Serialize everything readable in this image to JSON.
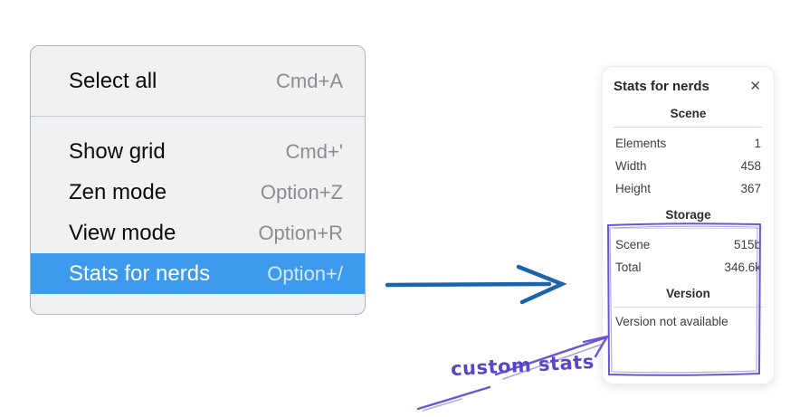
{
  "menu": {
    "items": [
      {
        "label": "Select all",
        "shortcut": "Cmd+A"
      },
      {
        "label": "Show grid",
        "shortcut": "Cmd+'"
      },
      {
        "label": "Zen mode",
        "shortcut": "Option+Z"
      },
      {
        "label": "View mode",
        "shortcut": "Option+R"
      },
      {
        "label": "Stats for nerds",
        "shortcut": "Option+/",
        "selected": true
      }
    ]
  },
  "stats_panel": {
    "title": "Stats for nerds",
    "close_icon": "✕",
    "sections": [
      {
        "heading": "Scene",
        "rows": [
          {
            "label": "Elements",
            "value": "1"
          },
          {
            "label": "Width",
            "value": "458"
          },
          {
            "label": "Height",
            "value": "367"
          }
        ]
      },
      {
        "heading": "Storage",
        "rows": [
          {
            "label": "Scene",
            "value": "515b"
          },
          {
            "label": "Total",
            "value": "346.6k"
          }
        ]
      },
      {
        "heading": "Version",
        "note": "Version not available"
      }
    ]
  },
  "annotation": {
    "label": "custom stats"
  },
  "colors": {
    "menu_highlight": "#3d9aec",
    "menu_background": "#f0f1f3",
    "arrow_blue": "#1c63ae",
    "annotation_purple": "#6b55d6"
  }
}
